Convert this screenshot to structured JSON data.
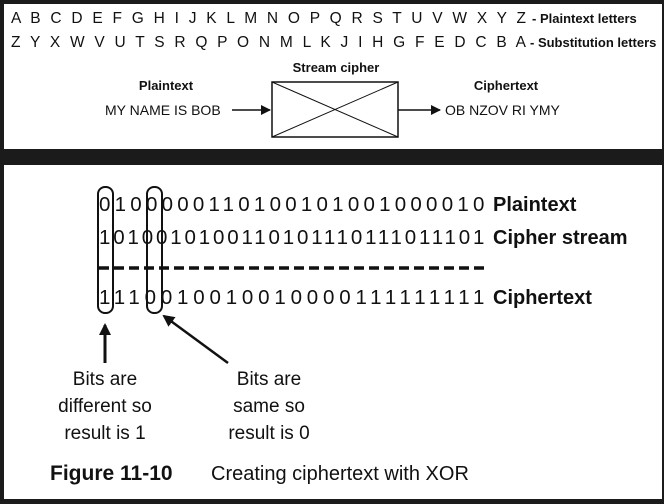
{
  "alphabet": {
    "plaintext_row": "A B C D E F G H I J K L M N O P Q R S T U V W X Y Z",
    "plaintext_label": "- Plaintext letters",
    "substitution_row": "Z Y X W V U T S R Q P O N M L K J I H G F E D C B A",
    "substitution_label": "- Substitution letters"
  },
  "stream_diagram": {
    "plaintext_heading": "Plaintext",
    "plaintext_value": "MY NAME IS BOB",
    "cipher_heading": "Stream cipher",
    "ciphertext_heading": "Ciphertext",
    "ciphertext_value": "OB NZOV RI YMY"
  },
  "xor": {
    "plaintext_bits": "0100000110100101001000010",
    "plaintext_label": "Plaintext",
    "cipher_bits": "1010010100110101110111011101",
    "cipher_label": "Cipher stream",
    "ciphertext_bits": "1110010010010000111111111",
    "ciphertext_label": "Ciphertext"
  },
  "notes": {
    "different": [
      "Bits are",
      "different so",
      "result is 1"
    ],
    "same": [
      "Bits are",
      "same so",
      "result is 0"
    ]
  },
  "caption": {
    "number": "Figure 11-10",
    "text": "Creating ciphertext with XOR"
  }
}
